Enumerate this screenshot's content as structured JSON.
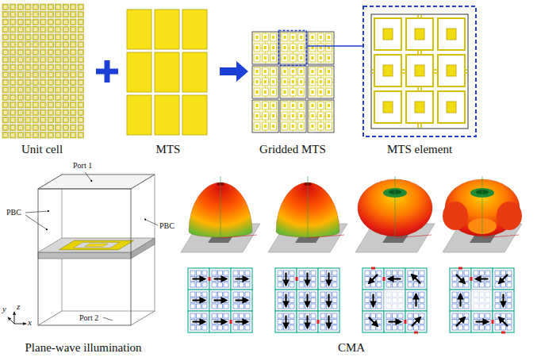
{
  "diagram": {
    "labels": [
      "Unit cell",
      "MTS",
      "Gridded MTS",
      "MTS element",
      "Port 1",
      "PBC",
      "PBC",
      "z",
      "y",
      "x",
      "Port 2",
      "Plane-wave illumination",
      "CMA"
    ]
  }
}
